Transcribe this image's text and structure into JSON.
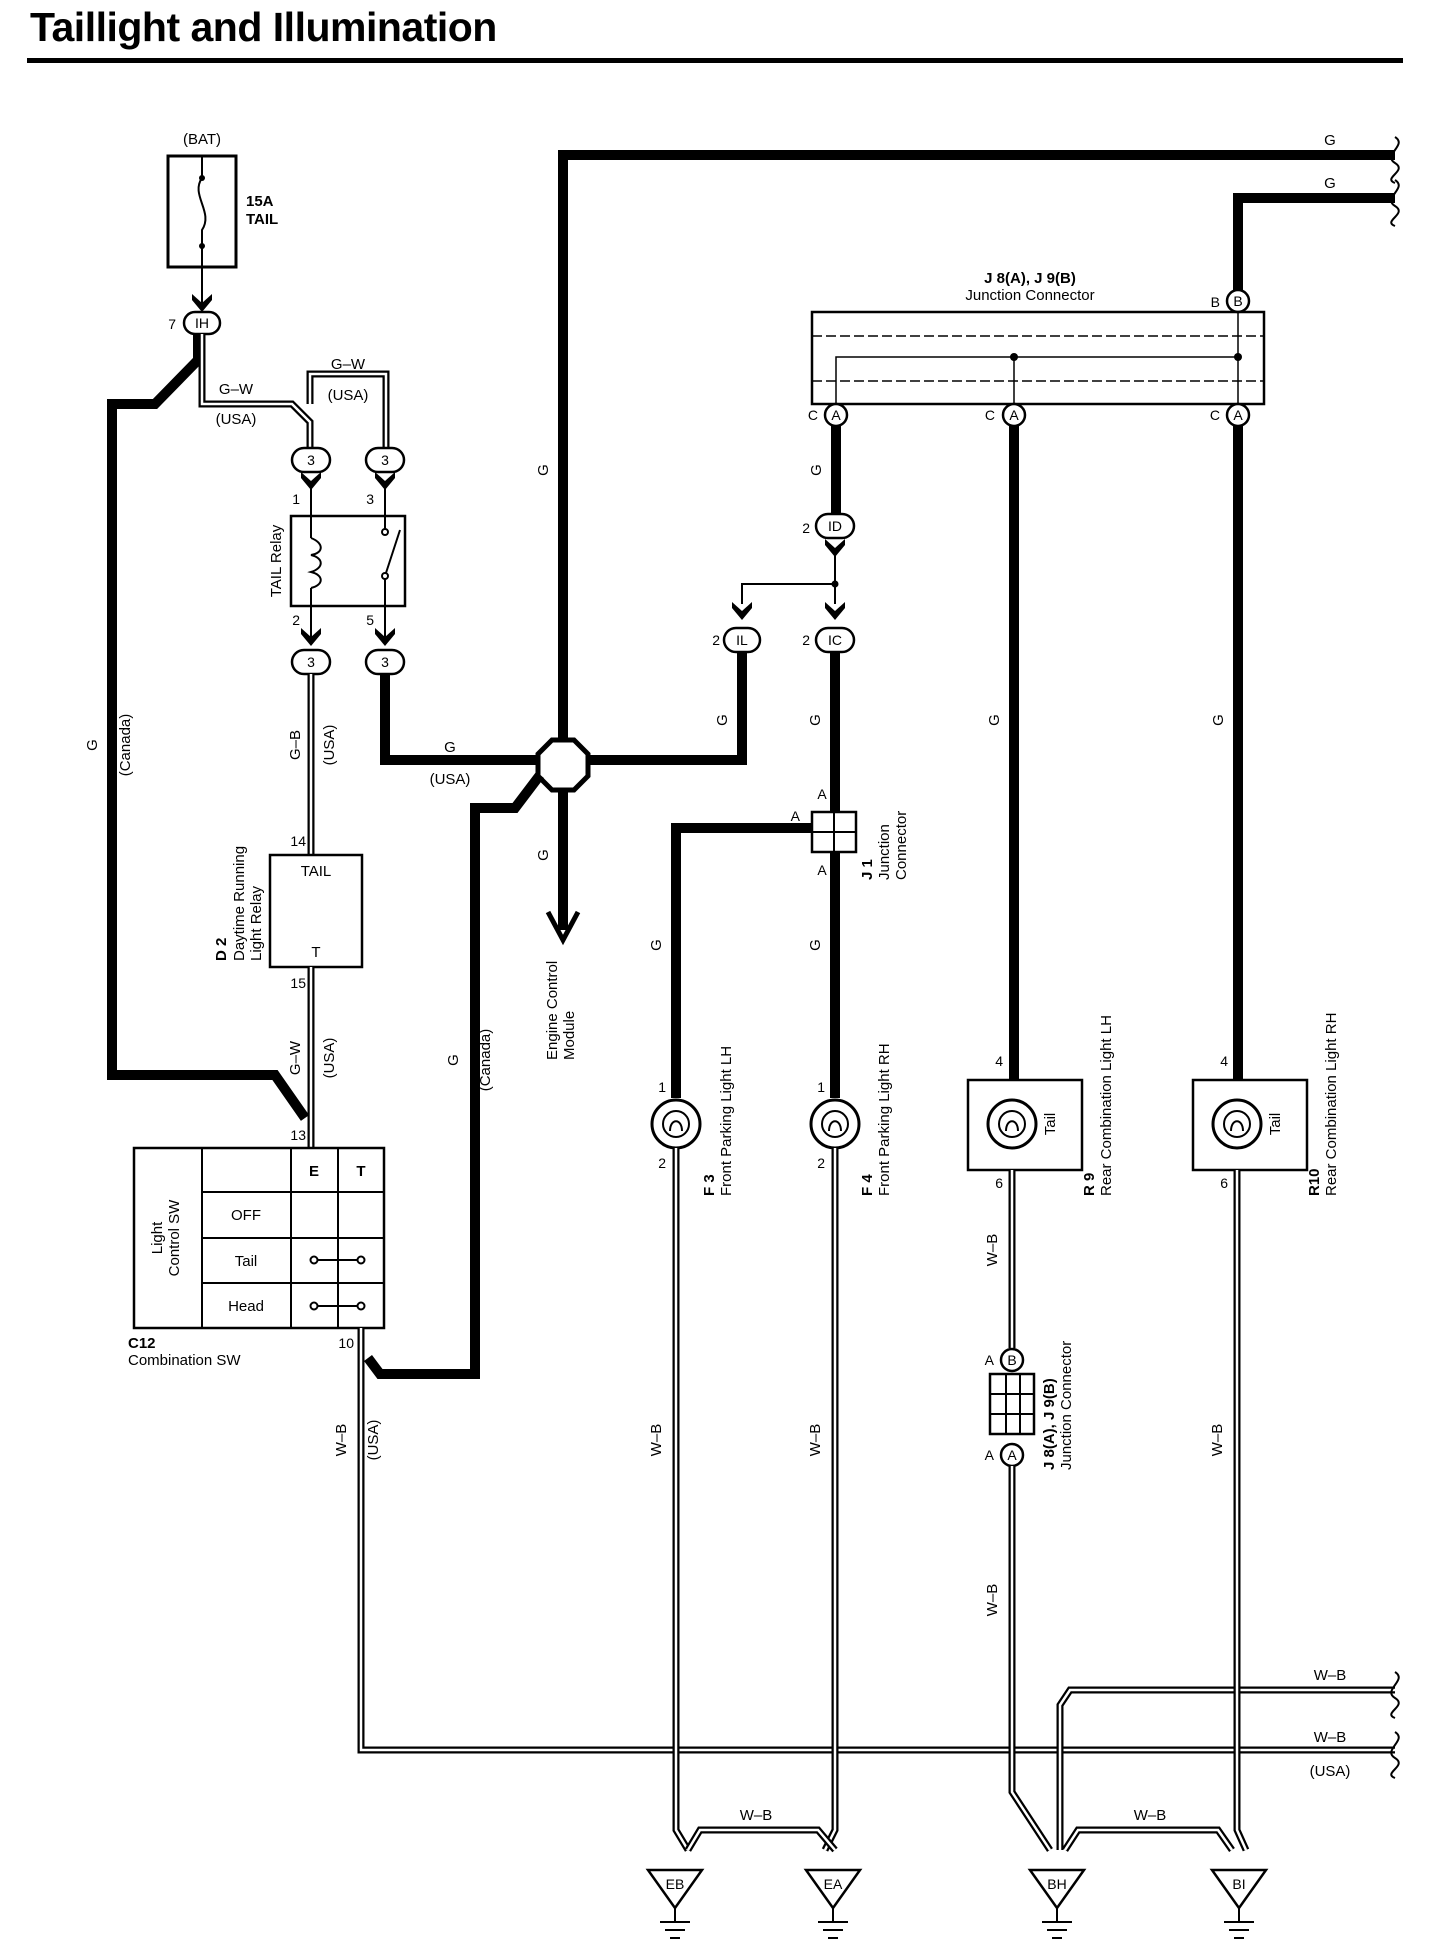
{
  "title": "Taillight and Illumination",
  "fuse": {
    "source": "(BAT)",
    "rating": "15A",
    "name": "TAIL"
  },
  "wire_colors": {
    "g": "G",
    "gw": "G–W",
    "gb": "G–B",
    "wb": "W–B"
  },
  "notes": {
    "usa": "(USA)",
    "canada": "(Canada)"
  },
  "connectors": {
    "ih": "IH",
    "id": "ID",
    "il": "IL",
    "ic": "IC",
    "a": "A",
    "b": "B",
    "ea": "EA",
    "eb": "EB",
    "bh": "BH",
    "bi": "BI",
    "three": "3"
  },
  "pins": {
    "p1": "1",
    "p2": "2",
    "p3": "3",
    "p4": "4",
    "p5": "5",
    "p6": "6",
    "p7": "7",
    "p10": "10",
    "p13": "13",
    "p14": "14",
    "p15": "15",
    "a": "A",
    "b": "B",
    "c": "C"
  },
  "components": {
    "tail_relay": "TAIL Relay",
    "j8j9_top_id": "J 8(A), J 9(B)",
    "j8j9_top_name": "Junction Connector",
    "j8j9_low_id": "J 8(A), J 9(B)",
    "j8j9_low_name": "Junction Connector",
    "j1_id": "J 1",
    "j1_name1": "Junction",
    "j1_name2": "Connector",
    "d2_id": "D 2",
    "d2_name1": "Daytime Running",
    "d2_name2": "Light Relay",
    "d2_tail": "TAIL",
    "d2_t": "T",
    "ecm1": "Engine Control",
    "ecm2": "Module",
    "f3_id": "F 3",
    "f3_name": "Front Parking Light LH",
    "f4_id": "F 4",
    "f4_name": "Front Parking Light RH",
    "r9_id": "R 9",
    "r9_name": "Rear Combination Light LH",
    "r10_id": "R10",
    "r10_name": "Rear Combination Light RH",
    "tail": "Tail",
    "c12_id": "C12",
    "c12_name": "Combination SW"
  },
  "light_control_sw": {
    "label1": "Light",
    "label2": "Control SW",
    "columns": [
      "E",
      "T"
    ],
    "rows": [
      "OFF",
      "Tail",
      "Head"
    ]
  }
}
